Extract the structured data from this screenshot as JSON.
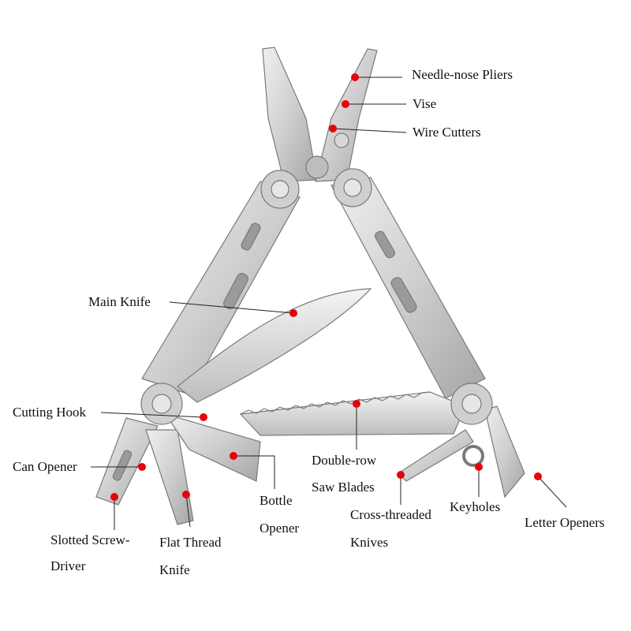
{
  "colors": {
    "dot": "#e8000b",
    "leader": "#222222",
    "steel_light": "#e4e4e4",
    "steel_mid": "#c4c4c4",
    "steel_dark": "#8e8e8e",
    "outline": "#7a7a7a"
  },
  "labels": {
    "needle_nose_pliers": "Needle-nose Pliers",
    "vise": "Vise",
    "wire_cutters": "Wire Cutters",
    "main_knife": "Main Knife",
    "cutting_hook": "Cutting Hook",
    "can_opener": "Can Opener",
    "slotted_screwdriver": [
      "Slotted Screw-",
      "Driver"
    ],
    "flat_thread_knife": [
      "Flat Thread",
      "Knife"
    ],
    "bottle_opener": [
      "Bottle",
      "Opener"
    ],
    "double_row_saw_blades": [
      "Double-row",
      "Saw Blades"
    ],
    "cross_threaded_knives": [
      "Cross-threaded",
      "Knives"
    ],
    "keyholes": "Keyholes",
    "letter_openers": "Letter Openers"
  }
}
